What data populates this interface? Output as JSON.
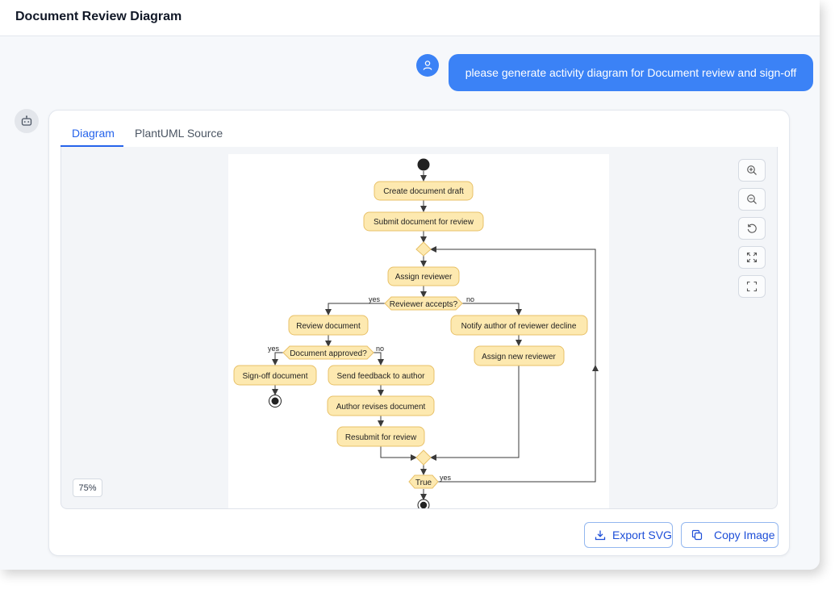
{
  "window": {
    "title": "Document Review Diagram"
  },
  "chat": {
    "user_message": "please generate activity diagram for Document review and sign-off",
    "user_avatar_icon": "user-icon",
    "bot_avatar_icon": "bot-icon"
  },
  "tabs": [
    {
      "label": "Diagram",
      "active": true
    },
    {
      "label": "PlantUML Source",
      "active": false
    }
  ],
  "viewer": {
    "zoom_level": "75%",
    "tools": [
      "zoom-in-icon",
      "zoom-out-icon",
      "reset-icon",
      "fit-icon",
      "fullscreen-icon"
    ]
  },
  "diagram": {
    "nodes": {
      "create_draft": "Create document draft",
      "submit_review": "Submit document for review",
      "assign_reviewer": "Assign reviewer",
      "reviewer_accepts": "Reviewer accepts?",
      "review_document": "Review document",
      "notify_author": "Notify author of reviewer decline",
      "document_approved": "Document approved?",
      "assign_new_reviewer": "Assign new reviewer",
      "sign_off": "Sign-off document",
      "send_feedback": "Send feedback to author",
      "author_revises": "Author revises document",
      "resubmit": "Resubmit for review",
      "true_condition": "True"
    },
    "guards": {
      "accepts_yes": "yes",
      "accepts_no": "no",
      "approved_yes": "yes",
      "approved_no": "no",
      "loop_yes": "yes"
    },
    "colors": {
      "activity_fill": "#fde9b0",
      "activity_border": "#e8c168"
    }
  },
  "actions": {
    "export_svg": "Export SVG",
    "copy_image": "Copy Image"
  },
  "colors": {
    "accent": "#3b82f6",
    "link": "#2563eb"
  }
}
